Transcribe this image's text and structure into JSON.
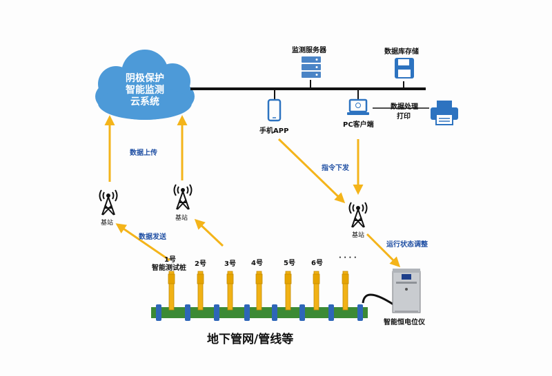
{
  "cloud": {
    "line1": "阴极保护",
    "line2": "智能监测",
    "line3": "云系统"
  },
  "top_nodes": {
    "server": "监测服务器",
    "database": "数据库存储",
    "phone": "手机APP",
    "pc": "PC客户端",
    "process": "数据处理",
    "print": "打印"
  },
  "arrows": {
    "upload": "数据上传",
    "send": "数据发送",
    "command": "指令下发",
    "adjust": "运行状态调整"
  },
  "stations": {
    "left": "基站",
    "middle": "基站",
    "right": "基站"
  },
  "piles": {
    "p1_num": "1号",
    "p1_name": "智能测试桩",
    "p2": "2号",
    "p3": "3号",
    "p4": "4号",
    "p5": "5号",
    "p6": "6号",
    "more": "· · · ·"
  },
  "device": {
    "name": "智能恒电位仪"
  },
  "pipeline": {
    "label": "地下管网/管线等"
  },
  "colors": {
    "cloud": "#4d9ad8",
    "arrow": "#f4b41a",
    "accent": "#1f4fa3",
    "pipe": "#3c8a35"
  }
}
